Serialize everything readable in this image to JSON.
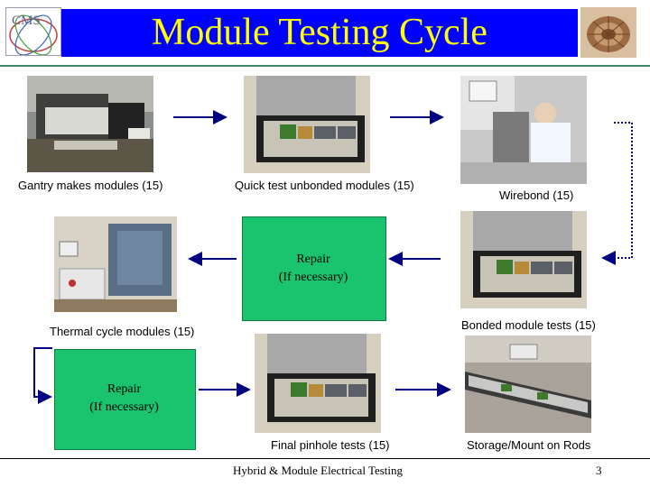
{
  "slide": {
    "title": "Module Testing Cycle",
    "logo_left_text": "CMS",
    "footer": "Hybrid & Module Electrical Testing",
    "page_number": "3"
  },
  "steps": {
    "gantry": "Gantry makes modules (15)",
    "quick_test": "Quick test unbonded modules (15)",
    "wirebond": "Wirebond (15)",
    "bonded_test": "Bonded module tests (15)",
    "thermal_cycle": "Thermal cycle modules (15)",
    "pinhole": "Final pinhole tests (15)",
    "storage": "Storage/Mount on Rods"
  },
  "repair_boxes": [
    {
      "line1": "Repair",
      "line2": "(If necessary)"
    },
    {
      "line1": "Repair",
      "line2": "(If necessary)"
    }
  ],
  "colors": {
    "title_bg": "#0000ff",
    "title_text": "#ffff00",
    "repair_bg": "#1ac46f",
    "arrow": "#000080"
  }
}
